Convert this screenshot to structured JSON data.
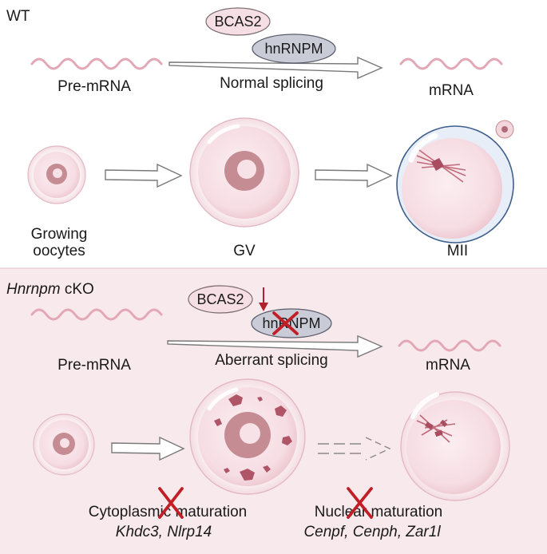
{
  "wt": {
    "header": "WT",
    "proteins": {
      "bcas2": "BCAS2",
      "hnrnpm": "hnRNPM"
    },
    "pre_mrna": "Pre-mRNA",
    "process": "Normal splicing",
    "mrna": "mRNA",
    "stages": {
      "growing_line1": "Growing",
      "growing_line2": "oocytes",
      "gv": "GV",
      "mii": "MII"
    }
  },
  "cko": {
    "header_gene": "Hnrnpm",
    "header_suffix": "cKO",
    "proteins": {
      "bcas2": "BCAS2",
      "hnrnpm": "hnRNPM"
    },
    "pre_mrna": "Pre-mRNA",
    "process": "Aberrant splicing",
    "mrna": "mRNA",
    "cytoplasmic": {
      "title": "Cytoplasmic maturation",
      "genes": "Khdc3, Nlrp14"
    },
    "nuclear": {
      "title": "Nuclear maturation",
      "genes": "Cenpf, Cenph, Zar1l"
    }
  },
  "colors": {
    "cko_background": "#f8e9ec",
    "mrna_wave": "#e3a8b6",
    "oocyte_fill": "#f7dfe4",
    "nucleus": "#c58c93",
    "aggregate": "#b05567",
    "down_arrow": "#b0212d",
    "cross": "#c21e25"
  },
  "icons": [
    "down-arrow-icon",
    "cross-icon",
    "spindle-icon"
  ]
}
